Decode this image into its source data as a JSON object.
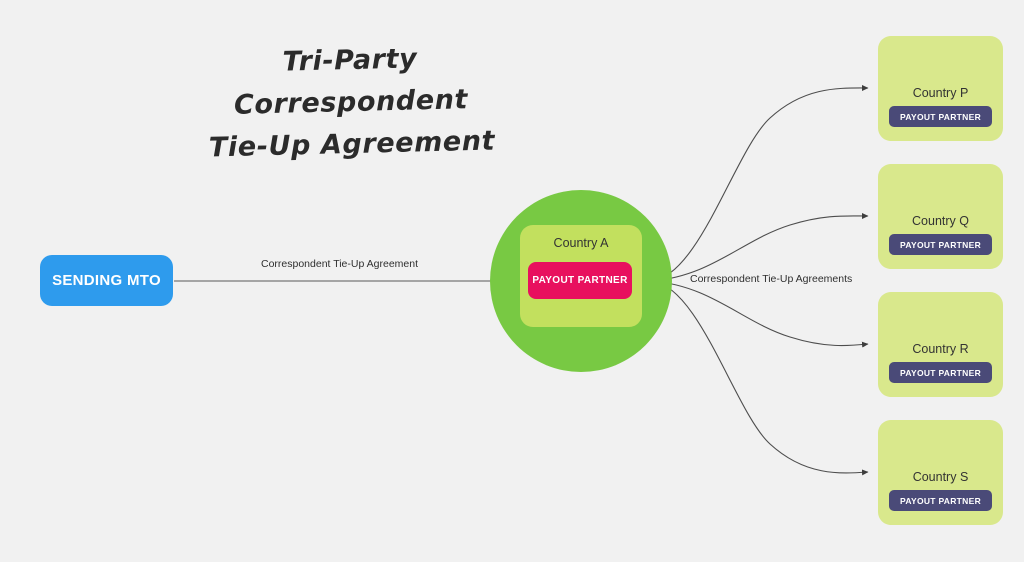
{
  "title": {
    "text": "Tri-Party Correspondent\nTie-Up Agreement"
  },
  "colors": {
    "background": "#f1f1f1",
    "sending_mto": "#2e9bed",
    "hub_circle": "#78c943",
    "hub_panel": "#c2e05e",
    "hub_payout": "#e8105e",
    "country_card": "#d9e88c",
    "country_payout": "#4a4a78",
    "connector": "#4d4d4d"
  },
  "sender": {
    "label": "SENDING MTO"
  },
  "hub": {
    "country_label": "Country A",
    "payout_label": "PAYOUT PARTNER"
  },
  "edges": {
    "left_label": "Correspondent Tie-Up Agreement",
    "right_label": "Correspondent Tie-Up Agreements"
  },
  "countries": [
    {
      "label": "Country P",
      "payout_label": "PAYOUT PARTNER"
    },
    {
      "label": "Country Q",
      "payout_label": "PAYOUT PARTNER"
    },
    {
      "label": "Country R",
      "payout_label": "PAYOUT PARTNER"
    },
    {
      "label": "Country S",
      "payout_label": "PAYOUT PARTNER"
    }
  ]
}
